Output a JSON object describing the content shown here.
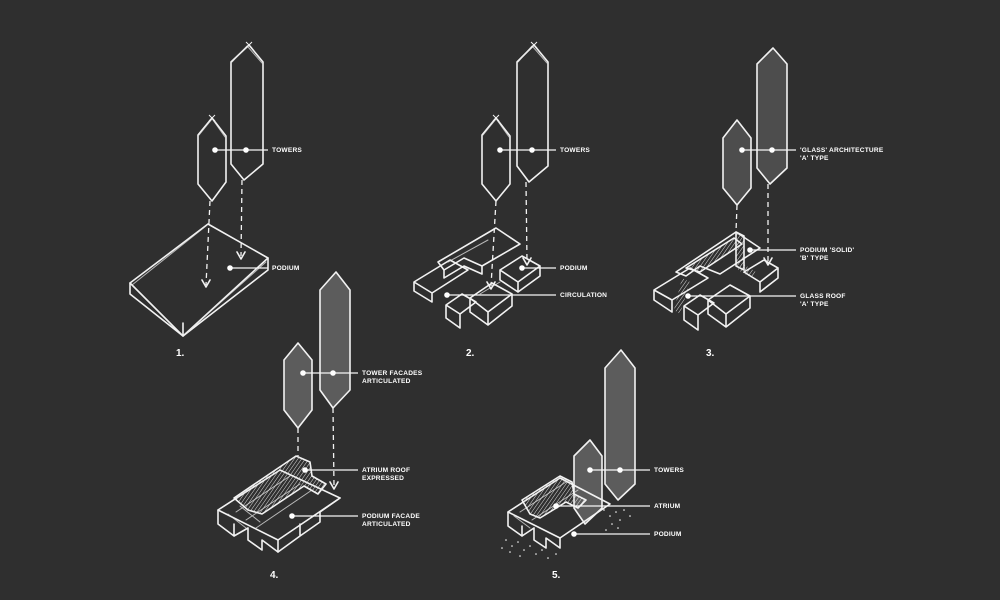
{
  "steps": [
    {
      "number": "1.",
      "labels": [
        "TOWERS",
        "PODIUM"
      ]
    },
    {
      "number": "2.",
      "labels": [
        "TOWERS",
        "PODIUM",
        "CIRCULATION"
      ]
    },
    {
      "number": "3.",
      "labels": [
        "'GLASS' ARCHITECTURE",
        "'A' TYPE",
        "PODIUM 'SOLID'",
        "'B' TYPE",
        "GLASS ROOF",
        "'A' TYPE"
      ]
    },
    {
      "number": "4.",
      "labels": [
        "TOWER FACADES",
        "ARTICULATED",
        "ATRIUM ROOF",
        "EXPRESSED",
        "PODIUM FACADE",
        "ARTICULATED"
      ]
    },
    {
      "number": "5.",
      "labels": [
        "TOWERS",
        "ATRIUM",
        "PODIUM"
      ]
    }
  ]
}
